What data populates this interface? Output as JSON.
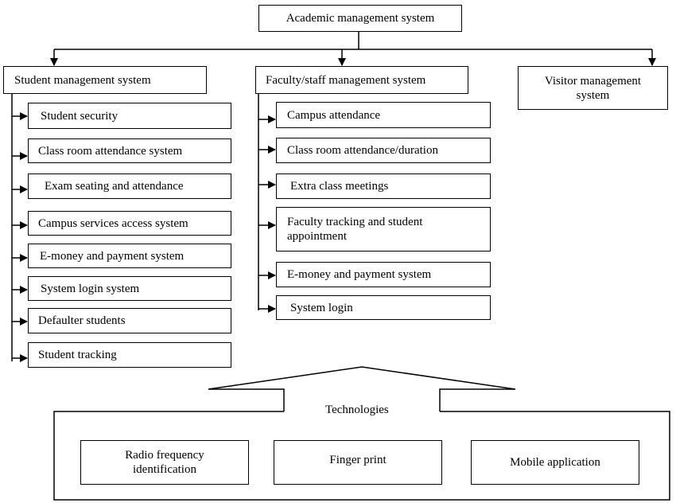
{
  "root": {
    "title": "Academic management system"
  },
  "student": {
    "title": "Student management system",
    "items": [
      "Student security",
      "Class room attendance system",
      "Exam seating and attendance",
      "Campus services access system",
      "E-money and payment system",
      "System login system",
      "Defaulter students",
      "Student tracking"
    ]
  },
  "faculty": {
    "title": "Faculty/staff management system",
    "items": [
      "Campus attendance",
      "Class room attendance/duration",
      "Extra class meetings",
      "Faculty tracking and student\nappointment",
      "E-money and payment system",
      "System login"
    ]
  },
  "visitor": {
    "title": "Visitor management\nsystem"
  },
  "technologies": {
    "title": "Technologies",
    "items": [
      "Radio frequency\nidentification",
      "Finger print",
      "Mobile application"
    ]
  }
}
